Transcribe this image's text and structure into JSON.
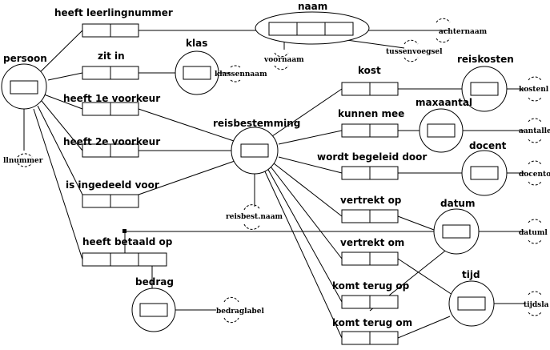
{
  "entities": {
    "persoon": "persoon",
    "klas": "klas",
    "reisbestemming": "reisbestemming",
    "reiskosten": "reiskosten",
    "maxaantal": "maxaantal",
    "docent": "docent",
    "datum": "datum",
    "tijd": "tijd",
    "bedrag": "bedrag",
    "naam": "naam"
  },
  "relations": {
    "heeft_leerlingnummer": "heeft leerlingnummer",
    "zit_in": "zit in",
    "heeft_1e_voorkeur": "heeft 1e voorkeur",
    "heeft_2e_voorkeur": "heeft 2e voorkeur",
    "is_ingedeeld_voor": "is ingedeeld voor",
    "heeft_betaald_op": "heeft betaald op",
    "kost": "kost",
    "kunnen_mee": "kunnen mee",
    "wordt_begeleid_door": "wordt begeleid door",
    "vertrekt_op": "vertrekt op",
    "vertrekt_om": "vertrekt om",
    "komt_terug_op": "komt terug op",
    "komt_terug_om": "komt terug om"
  },
  "labels": {
    "llnummer": "llnummer",
    "klassennaam": "klassennaam",
    "voornaam": "voornaam",
    "tussenvoegsel": "tussenvoegsel",
    "achternaam": "achternaam",
    "reisbest_naam": "reisbest.naam",
    "kostenl": "kostenl",
    "aantalle": "aantalle",
    "docento": "docento",
    "datuml": "datuml",
    "tijdsla": "tijdsla",
    "bedraglabel": "bedraglabel"
  }
}
